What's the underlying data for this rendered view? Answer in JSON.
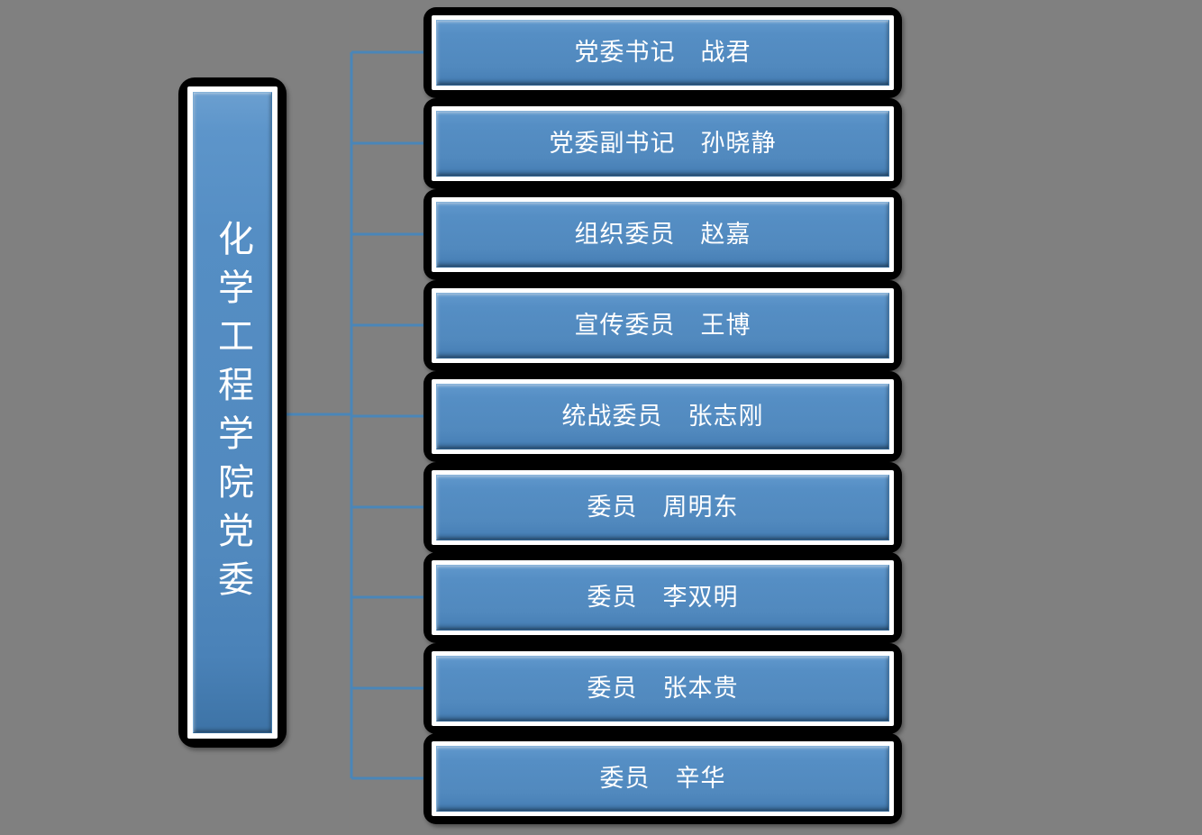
{
  "diagram": {
    "type": "organization-chart",
    "title_text": "化学工程学院党委",
    "background_color": "#808080",
    "node_fill_color": "#558ec4",
    "node_frame_color": "#000000",
    "node_border_color": "#ffffff",
    "connector_color": "#4a86b8",
    "text_color": "#ffffff",
    "root": {
      "label": "化学工程学院党委",
      "orientation": "vertical"
    },
    "children": [
      {
        "label": "党委书记　战君"
      },
      {
        "label": "党委副书记　孙晓静"
      },
      {
        "label": "组织委员　赵嘉"
      },
      {
        "label": "宣传委员　王博"
      },
      {
        "label": "统战委员　张志刚"
      },
      {
        "label": "委员　周明东"
      },
      {
        "label": "委员　李双明"
      },
      {
        "label": "委员　张本贵"
      },
      {
        "label": "委员　辛华"
      }
    ]
  }
}
